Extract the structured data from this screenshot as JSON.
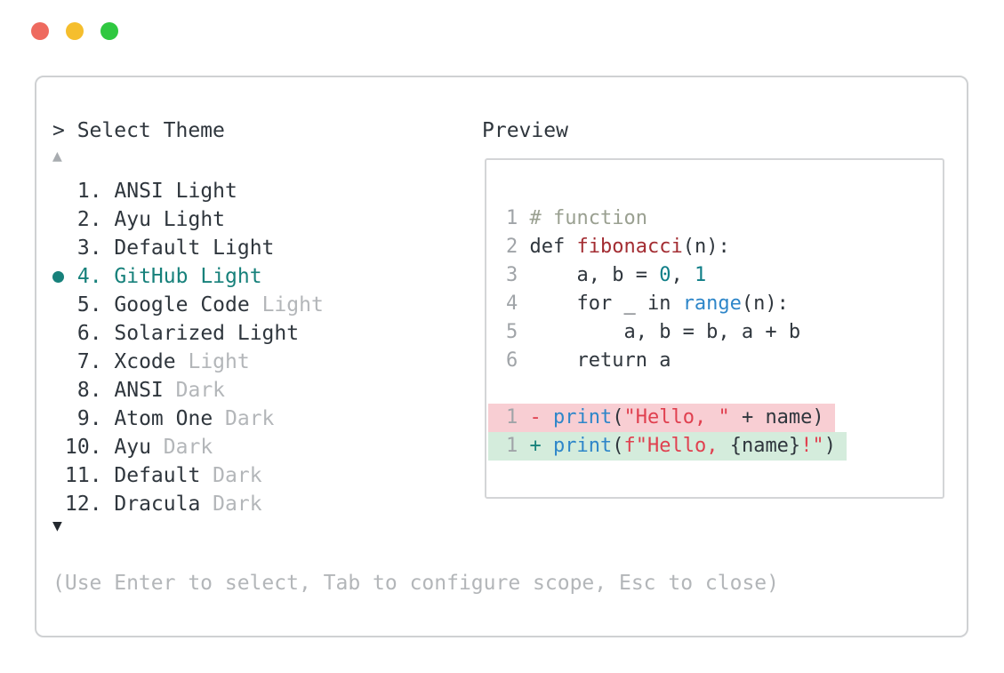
{
  "window": {
    "traffic_lights": [
      {
        "name": "close-button",
        "color": "#ee6a5f"
      },
      {
        "name": "minimize-button",
        "color": "#f5be2d"
      },
      {
        "name": "maximize-button",
        "color": "#2fc840"
      }
    ]
  },
  "panel": {
    "prompt": "> Select Theme",
    "scroll_up_icon": "▲",
    "scroll_down_icon": "▼",
    "items": [
      {
        "num": "1",
        "name": "ANSI Light",
        "dim": "",
        "selected": false
      },
      {
        "num": "2",
        "name": "Ayu Light",
        "dim": "",
        "selected": false
      },
      {
        "num": "3",
        "name": "Default Light",
        "dim": "",
        "selected": false
      },
      {
        "num": "4",
        "name": "GitHub Light",
        "dim": "",
        "selected": true
      },
      {
        "num": "5",
        "name": "Google Code ",
        "dim": "Light",
        "selected": false
      },
      {
        "num": "6",
        "name": "Solarized Light",
        "dim": "",
        "selected": false
      },
      {
        "num": "7",
        "name": "Xcode ",
        "dim": "Light",
        "selected": false
      },
      {
        "num": "8",
        "name": "ANSI ",
        "dim": "Dark",
        "selected": false
      },
      {
        "num": "9",
        "name": "Atom One ",
        "dim": "Dark",
        "selected": false
      },
      {
        "num": "10",
        "name": "Ayu ",
        "dim": "Dark",
        "selected": false
      },
      {
        "num": "11",
        "name": "Default ",
        "dim": "Dark",
        "selected": false
      },
      {
        "num": "12",
        "name": "Dracula ",
        "dim": "Dark",
        "selected": false
      }
    ],
    "help": "(Use Enter to select, Tab to configure scope, Esc to close)"
  },
  "preview": {
    "label": "Preview",
    "lines": [
      {
        "num": "1",
        "bg": "",
        "tokens": [
          {
            "t": "# function",
            "c": "comment"
          }
        ]
      },
      {
        "num": "2",
        "bg": "",
        "tokens": [
          {
            "t": "def ",
            "c": "fg"
          },
          {
            "t": "fibonacci",
            "c": "func"
          },
          {
            "t": "(n):",
            "c": "fg"
          }
        ]
      },
      {
        "num": "3",
        "bg": "",
        "tokens": [
          {
            "t": "    a, b = ",
            "c": "fg"
          },
          {
            "t": "0",
            "c": "number"
          },
          {
            "t": ", ",
            "c": "fg"
          },
          {
            "t": "1",
            "c": "number"
          }
        ]
      },
      {
        "num": "4",
        "bg": "",
        "tokens": [
          {
            "t": "    for _ in ",
            "c": "fg"
          },
          {
            "t": "range",
            "c": "call"
          },
          {
            "t": "(n):",
            "c": "fg"
          }
        ]
      },
      {
        "num": "5",
        "bg": "",
        "tokens": [
          {
            "t": "        a, b = b, a + b",
            "c": "fg"
          }
        ]
      },
      {
        "num": "6",
        "bg": "",
        "tokens": [
          {
            "t": "    return a",
            "c": "fg"
          }
        ]
      },
      {
        "num": "",
        "bg": "",
        "tokens": []
      },
      {
        "num": "1",
        "bg": "del",
        "tokens": [
          {
            "t": "- ",
            "c": "string"
          },
          {
            "t": "print",
            "c": "call"
          },
          {
            "t": "(",
            "c": "fg"
          },
          {
            "t": "\"Hello, \"",
            "c": "string"
          },
          {
            "t": " + name)",
            "c": "fg"
          }
        ]
      },
      {
        "num": "1",
        "bg": "add",
        "tokens": [
          {
            "t": "+ ",
            "c": "plus"
          },
          {
            "t": "print",
            "c": "call"
          },
          {
            "t": "(",
            "c": "fg"
          },
          {
            "t": "f\"Hello, ",
            "c": "string"
          },
          {
            "t": "{name}",
            "c": "fg"
          },
          {
            "t": "!\"",
            "c": "string"
          },
          {
            "t": ")",
            "c": "fg"
          }
        ]
      }
    ]
  },
  "colors": {
    "foreground": "#2f363d",
    "selected_teal": "#17817b",
    "dim_gray": "#b3b6b9",
    "syntax": {
      "fg": "#2f363d",
      "comment": "#9aa091",
      "func": "#a32c32",
      "number": "#0f7e87",
      "call": "#2e86c9",
      "string": "#e0404f",
      "plus": "#17817b",
      "linenum": "#a0a4a8"
    },
    "diff": {
      "del_bg": "#f8ced3",
      "add_bg": "#d4ecdc"
    }
  }
}
